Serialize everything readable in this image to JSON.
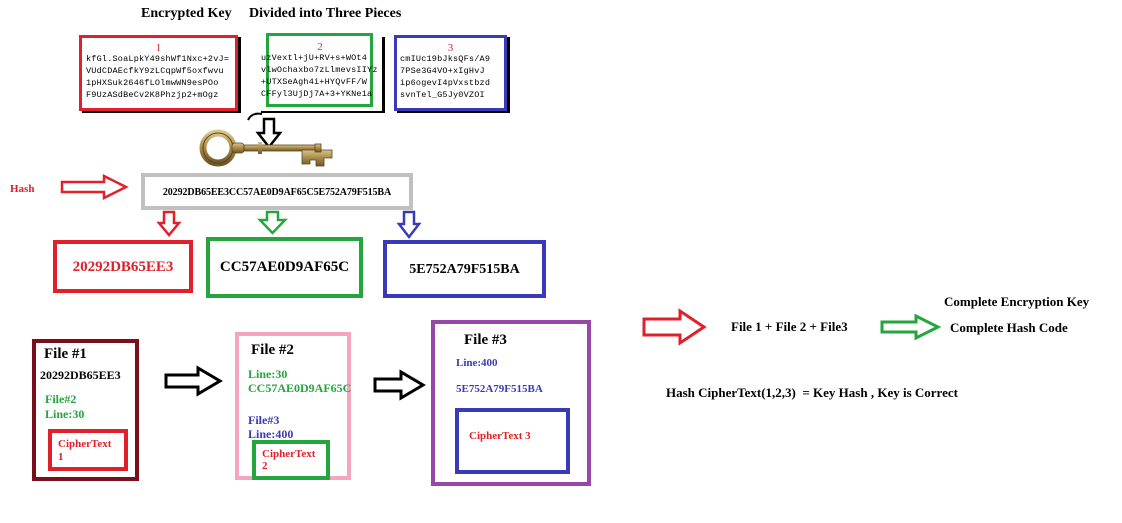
{
  "headings": {
    "encrypted_key": "Encrypted Key",
    "divided": "Divided into Three Pieces"
  },
  "key_blocks": [
    {
      "number": "1",
      "color": "#e0202a",
      "lines": [
        "kfGl.SoaLpkY49shWf1Nxc+2vJ=",
        "VUdCDAEcfkY9zLCqpWf5oxfwvu",
        "1pHXSuk2646fLOlmwWN9esPOo",
        "F9UzASdBeCv2K8Phzjp2+mOgz"
      ]
    },
    {
      "number": "2",
      "color": "#24a53d",
      "lines": [
        "uzVextl+jU+RV+s+WOt4",
        "vlwOchaxbo7zLlmevsIIYz",
        "+UTXSeAgh4i+HYQvFF/W",
        "CFFyl3UjDj7A+3+YKNe1a"
      ]
    },
    {
      "number": "3",
      "color": "#3a3ab8",
      "lines": [
        "cmIUc19bJksQFs/A9",
        "7PSe3G4VO+xIgHvJ",
        "ip6ogevI4pVxstbzd",
        "svnTel_G5Jy0VZOI"
      ]
    }
  ],
  "hash_label": "Hash",
  "hash_value": "20292DB65EE3CC57AE0D9AF65C5E752A79F515BA",
  "hash_parts": [
    {
      "text": "20292DB65EE3",
      "color": "#e0202a"
    },
    {
      "text": "CC57AE0D9AF65C",
      "color": "#000000"
    },
    {
      "text": "5E752A79F515BA",
      "color": "#000000"
    }
  ],
  "files": {
    "file1": {
      "title": "File #1",
      "hash": "20292DB65EE3",
      "next_file": "File#2",
      "next_line": "Line:30",
      "cipher": "CipherText",
      "cipher_num": "1"
    },
    "file2": {
      "title": "File #2",
      "line": "Line:30",
      "hash": "CC57AE0D9AF65C",
      "next_file": "File#3",
      "next_line": "Line:400",
      "cipher": "CipherText",
      "cipher_num": "2"
    },
    "file3": {
      "title": "File #3",
      "line": "Line:400",
      "hash": "5E752A79F515BA",
      "cipher": "CipherText 3"
    }
  },
  "right": {
    "complete_key": "Complete Encryption Key",
    "files_sum": "File 1 + File 2 + File3",
    "complete_hash": "Complete Hash Code",
    "conclusion": "Hash CipherText(1,2,3)  = Key Hash , Key is Correct"
  },
  "colors": {
    "red": "#e0202a",
    "green": "#24a53d",
    "blue": "#3a3ab8",
    "gray": "#c0c0c0",
    "maroon": "#7a0f1c",
    "pink": "#f4a6c0",
    "purple": "#9747a8"
  }
}
